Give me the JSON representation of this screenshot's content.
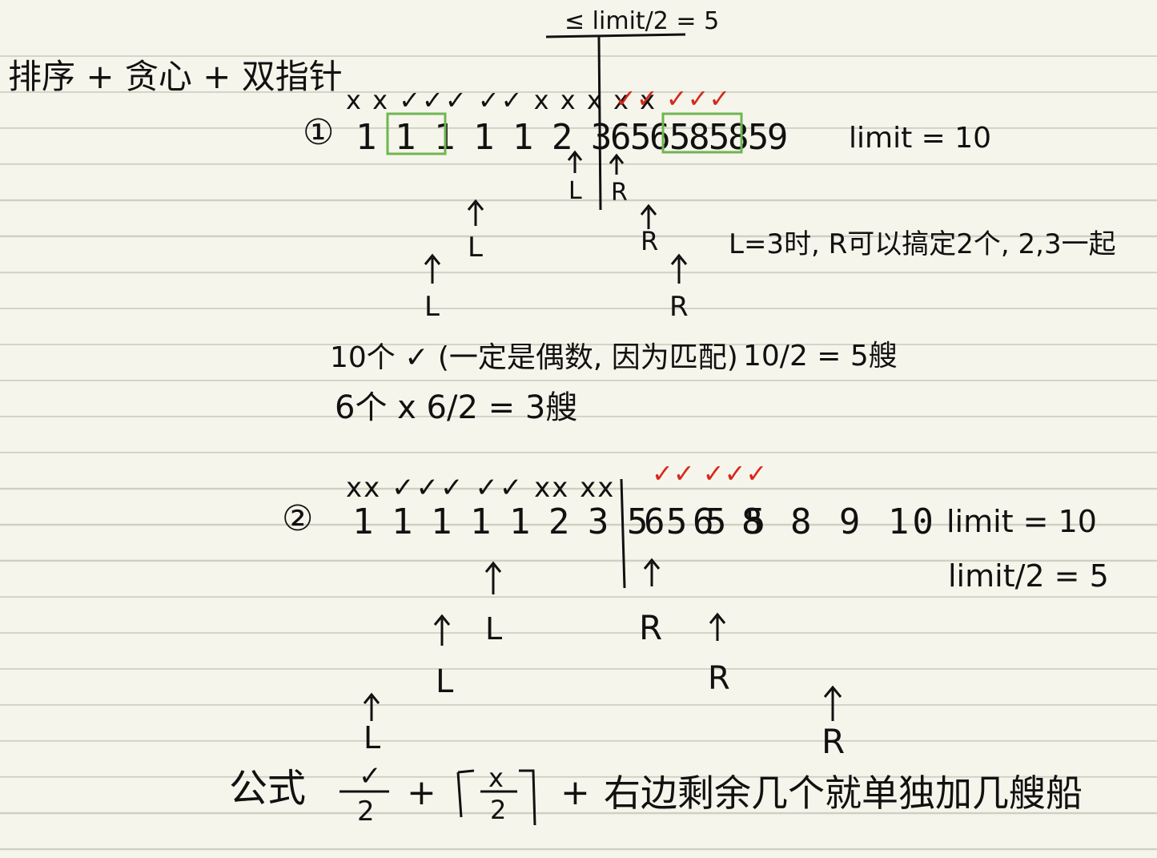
{
  "header": {
    "title": "排序 + 贪心 + 双指针",
    "top_label": "≤ limit/2 = 5"
  },
  "example1": {
    "index": "①",
    "marks_left": "x x ✓✓✓ ✓✓ x x x x   x",
    "marks_right": "✓✓  ✓✓✓",
    "numbers_left": "1 1 1 1 1 2 3 5 5 5 5",
    "numbers_right": "6 6 8 8 9",
    "limit": "limit = 10",
    "note": "L=3时, R可以搞定2个, 2,3一起",
    "count_check": "10个 ✓ (一定是偶数, 因为匹配)",
    "count_check_ships": "10/2 = 5艘",
    "count_cross": "6个 x  6/2 = 3艘"
  },
  "example2": {
    "index": "②",
    "marks_left": "xx ✓✓✓ ✓✓ xx xx",
    "marks_right": "✓✓  ✓✓✓",
    "numbers_left": "1 1 1 1 1 2 3 5 5 5 5",
    "numbers_right": "6 6 8 8 9 10",
    "limit": "limit = 10",
    "half": "limit/2 = 5"
  },
  "pointers": {
    "left": "L",
    "right": "R"
  },
  "formula": {
    "label": "公式",
    "part1_top": "✓",
    "part1_bottom": "2",
    "plus": "+",
    "part2_top": "x",
    "part2_bottom": "2",
    "tail": "右边剩余几个就单独加几艘船"
  },
  "colors": {
    "green": "#6fb552",
    "red": "#d6281d",
    "ink": "#111111",
    "paper": "#f6f5eb"
  }
}
